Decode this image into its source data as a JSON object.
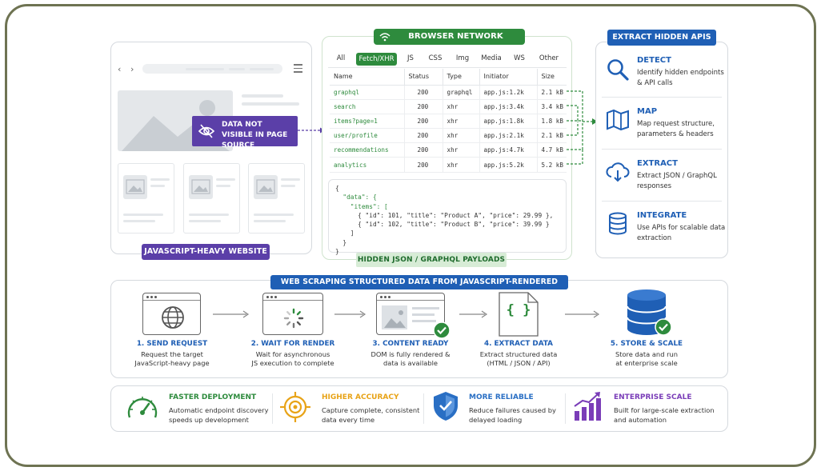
{
  "website": {
    "overlay_label": "DATA NOT VISIBLE IN PAGE SOURCE",
    "caption": "JAVASCRIPT-HEAVY WEBSITE"
  },
  "network": {
    "header": "BROWSER NETWORK ACTIVITY",
    "tabs": [
      "All",
      "Fetch/XHR",
      "JS",
      "CSS",
      "Img",
      "Media",
      "WS",
      "Other"
    ],
    "active_tab": "Fetch/XHR",
    "columns": [
      "Name",
      "Status",
      "Type",
      "Initiator",
      "Size"
    ],
    "rows": [
      {
        "name": "graphql",
        "status": "200",
        "type": "graphql",
        "initiator": "app.js:1.2k",
        "size": "2.1 kB"
      },
      {
        "name": "search",
        "status": "200",
        "type": "xhr",
        "initiator": "app.js:3.4k",
        "size": "3.4 kB"
      },
      {
        "name": "items?page=1",
        "status": "200",
        "type": "xhr",
        "initiator": "app.js:1.8k",
        "size": "1.8 kB"
      },
      {
        "name": "user/profile",
        "status": "200",
        "type": "xhr",
        "initiator": "app.js:2.1k",
        "size": "2.1 kB"
      },
      {
        "name": "recommendations",
        "status": "200",
        "type": "xhr",
        "initiator": "app.js:4.7k",
        "size": "4.7 kB"
      },
      {
        "name": "analytics",
        "status": "200",
        "type": "xhr",
        "initiator": "app.js:5.2k",
        "size": "5.2 kB"
      }
    ],
    "json_lines": [
      "{",
      "  \"data\": {",
      "    \"items\": [",
      "      { \"id\": 101, \"title\": \"Product A\", \"price\": 29.99 },",
      "      { \"id\": 102, \"title\": \"Product B\", \"price\": 39.99 }",
      "    ]",
      "  }",
      "}"
    ],
    "caption": "HIDDEN JSON / GRAPHQL PAYLOADS"
  },
  "apis": {
    "header": "EXTRACT HIDDEN APIS",
    "items": [
      {
        "icon": "search-icon",
        "title": "DETECT",
        "desc": "Identify hidden endpoints & API calls"
      },
      {
        "icon": "map-icon",
        "title": "MAP",
        "desc": "Map request structure, parameters & headers"
      },
      {
        "icon": "cloud-download-icon",
        "title": "EXTRACT",
        "desc": "Extract JSON / GraphQL responses"
      },
      {
        "icon": "database-icon",
        "title": "INTEGRATE",
        "desc": "Use APIs for scalable data extraction"
      }
    ]
  },
  "pipeline": {
    "header": "WEB SCRAPING STRUCTURED DATA FROM JAVASCRIPT-RENDERED PAGES",
    "steps": [
      {
        "title": "1. SEND REQUEST",
        "desc": [
          "Request the target",
          "JavaScript-heavy page"
        ]
      },
      {
        "title": "2. WAIT FOR RENDER",
        "desc": [
          "Wait for asynchronous",
          "JS execution to complete"
        ]
      },
      {
        "title": "3. CONTENT READY",
        "desc": [
          "DOM is fully rendered &",
          "data is available"
        ]
      },
      {
        "title": "4. EXTRACT DATA",
        "desc": [
          "Extract structured data",
          "(HTML / JSON / API)"
        ]
      },
      {
        "title": "5. STORE & SCALE",
        "desc": [
          "Store data and run",
          "at enterprise scale"
        ]
      }
    ],
    "code_glyph": "{ }"
  },
  "benefits": [
    {
      "icon": "speedometer-icon",
      "title": "FASTER DEPLOYMENT",
      "desc": "Automatic endpoint discovery speeds up development",
      "color": "#2e8b3d"
    },
    {
      "icon": "target-icon",
      "title": "HIGHER ACCURACY",
      "desc": "Capture complete, consistent data every time",
      "color": "#e8a317"
    },
    {
      "icon": "shield-check-icon",
      "title": "MORE RELIABLE",
      "desc": "Reduce failures caused by delayed loading",
      "color": "#2a6fc4"
    },
    {
      "icon": "growth-chart-icon",
      "title": "ENTERPRISE SCALE",
      "desc": "Built for large-scale extraction and automation",
      "color": "#7a3db8"
    }
  ],
  "colors": {
    "purple": "#5b3fa8",
    "green": "#2e8b3d",
    "blue": "#1f5fb5",
    "light_green": "#d7ecd6"
  }
}
